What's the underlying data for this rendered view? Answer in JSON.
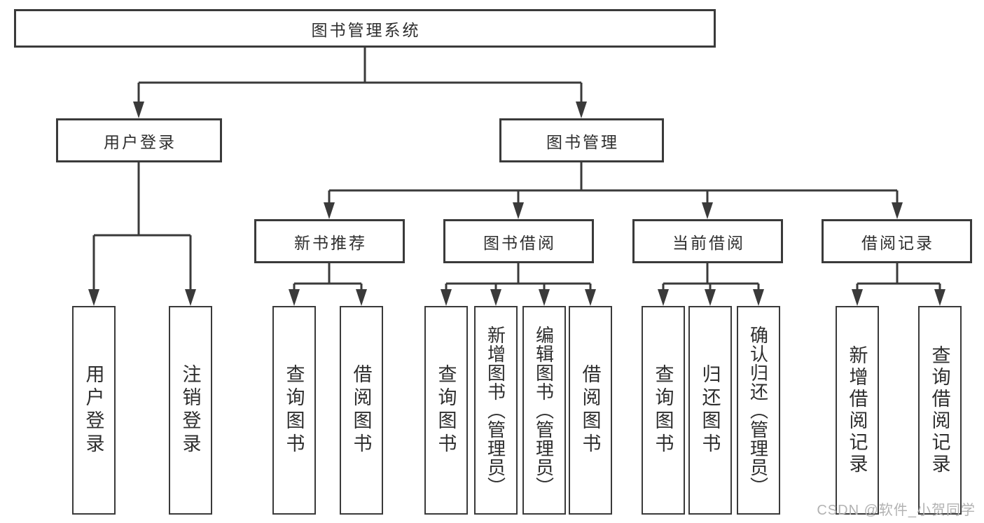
{
  "root": {
    "label": "图书管理系统"
  },
  "branches": [
    {
      "label": "用户登录",
      "leaves": [
        {
          "label": "用户登录"
        },
        {
          "label": "注销登录"
        }
      ]
    },
    {
      "label": "图书管理",
      "groups": [
        {
          "label": "新书推荐",
          "leaves": [
            {
              "label": "查询图书"
            },
            {
              "label": "借阅图书"
            }
          ]
        },
        {
          "label": "图书借阅",
          "leaves": [
            {
              "label": "查询图书"
            },
            {
              "label": "新增图书（管理员）"
            },
            {
              "label": "编辑图书（管理员）"
            },
            {
              "label": "借阅图书"
            }
          ]
        },
        {
          "label": "当前借阅",
          "leaves": [
            {
              "label": "查询图书"
            },
            {
              "label": "归还图书"
            },
            {
              "label": "确认归还（管理员）"
            }
          ]
        },
        {
          "label": "借阅记录",
          "leaves": [
            {
              "label": "新增借阅记录"
            },
            {
              "label": "查询借阅记录"
            }
          ]
        }
      ]
    }
  ],
  "watermark": {
    "text": "CSDN @软件_小贺同学"
  },
  "colors": {
    "line": "#3a3a3a",
    "text": "#2e2e2e",
    "watermark": "#b2b2b2"
  }
}
